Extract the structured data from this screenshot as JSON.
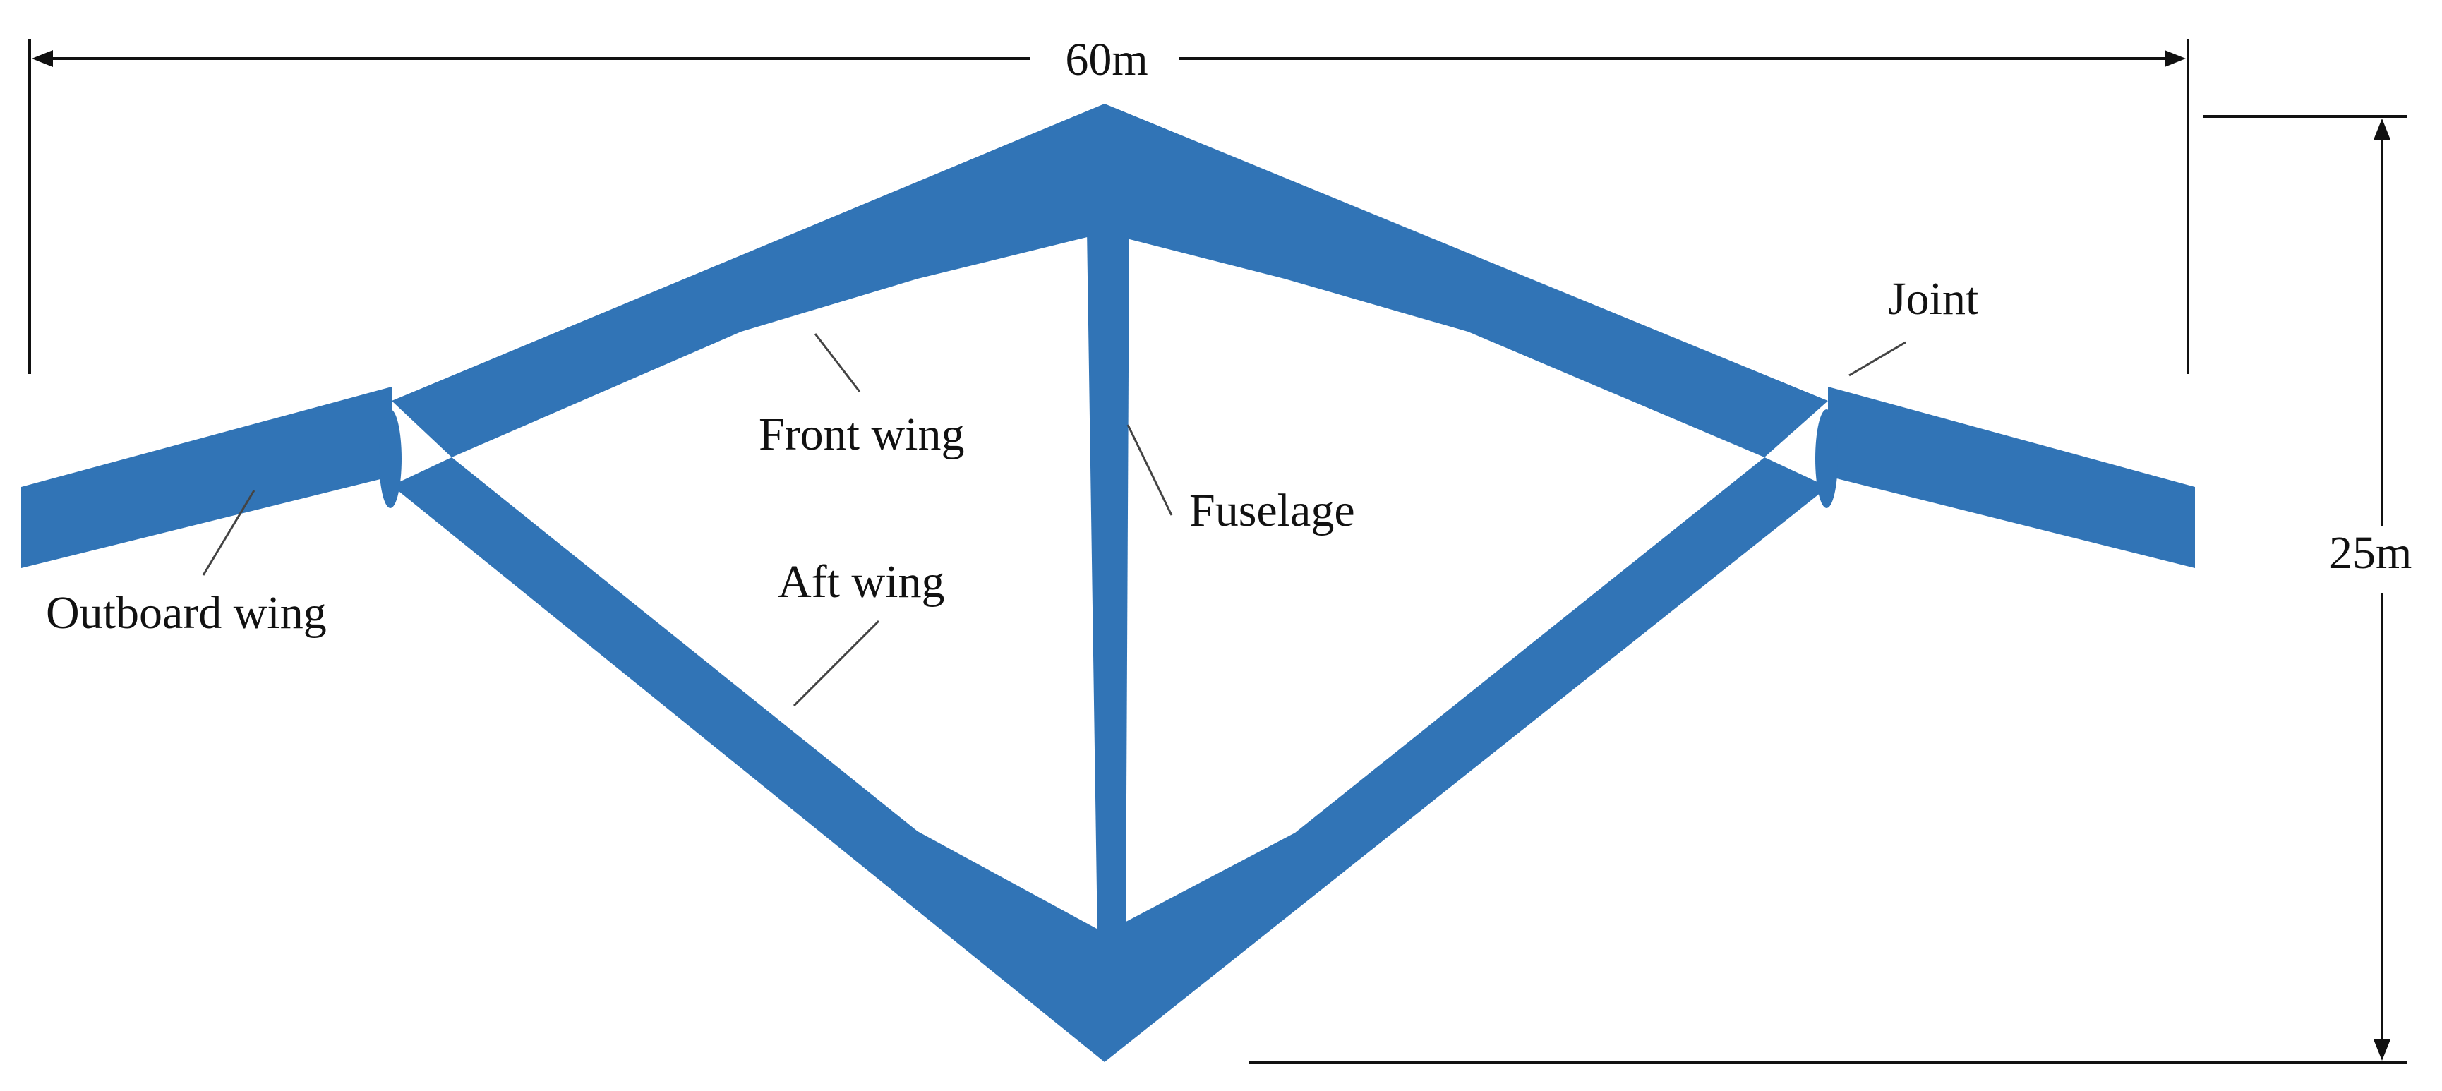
{
  "labels": {
    "span": "60m",
    "height": "25m",
    "front_wing": "Front wing",
    "aft_wing": "Aft wing",
    "fuselage": "Fuselage",
    "joint": "Joint",
    "outboard_wing": "Outboard wing"
  },
  "colors": {
    "structure": "#3174B6",
    "lines": "#111111"
  }
}
